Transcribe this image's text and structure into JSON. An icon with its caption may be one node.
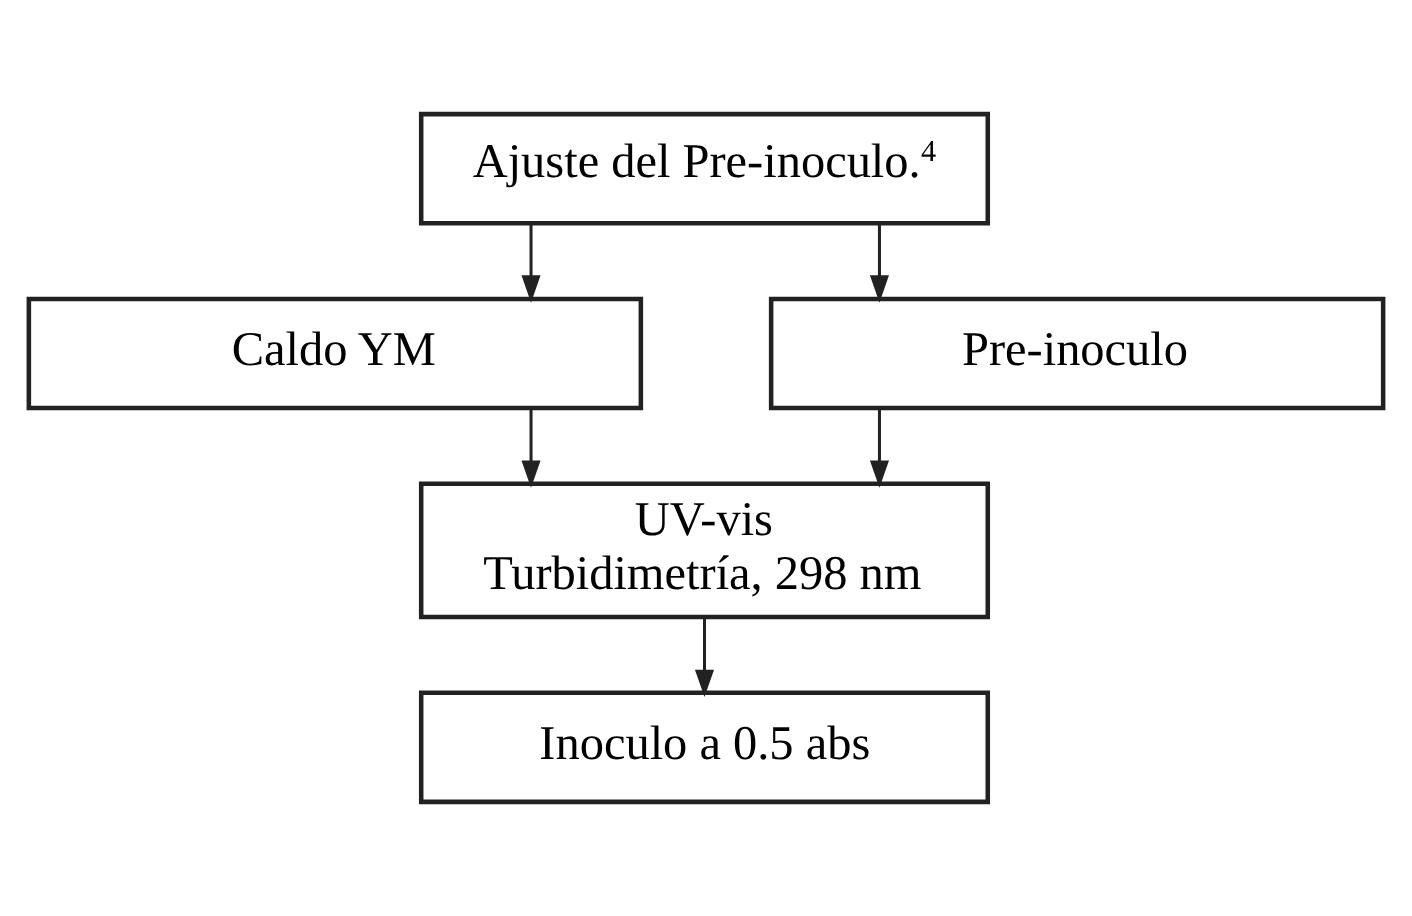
{
  "diagram": {
    "nodes": [
      {
        "text": [
          "Ajuste del Pre-inoculo.$^{4}$"
        ]
      },
      {
        "text": [
          "Caldo YM"
        ]
      },
      {
        "text": [
          "Pre-inoculo"
        ]
      },
      {
        "text": [
          "UV-vis",
          "Turbidimetría, 298 nm"
        ]
      },
      {
        "text": [
          "Inoculo a 0.5 abs"
        ]
      }
    ],
    "edges": [
      {
        "from": 0,
        "to": 1,
        "arrow": "to"
      },
      {
        "from": 0,
        "to": 2,
        "arrow": "to"
      },
      {
        "from": 1,
        "to": 3,
        "arrow": "to"
      },
      {
        "from": 2,
        "to": 3,
        "arrow": "to"
      },
      {
        "from": 3,
        "to": 4,
        "arrow": "to"
      }
    ]
  }
}
